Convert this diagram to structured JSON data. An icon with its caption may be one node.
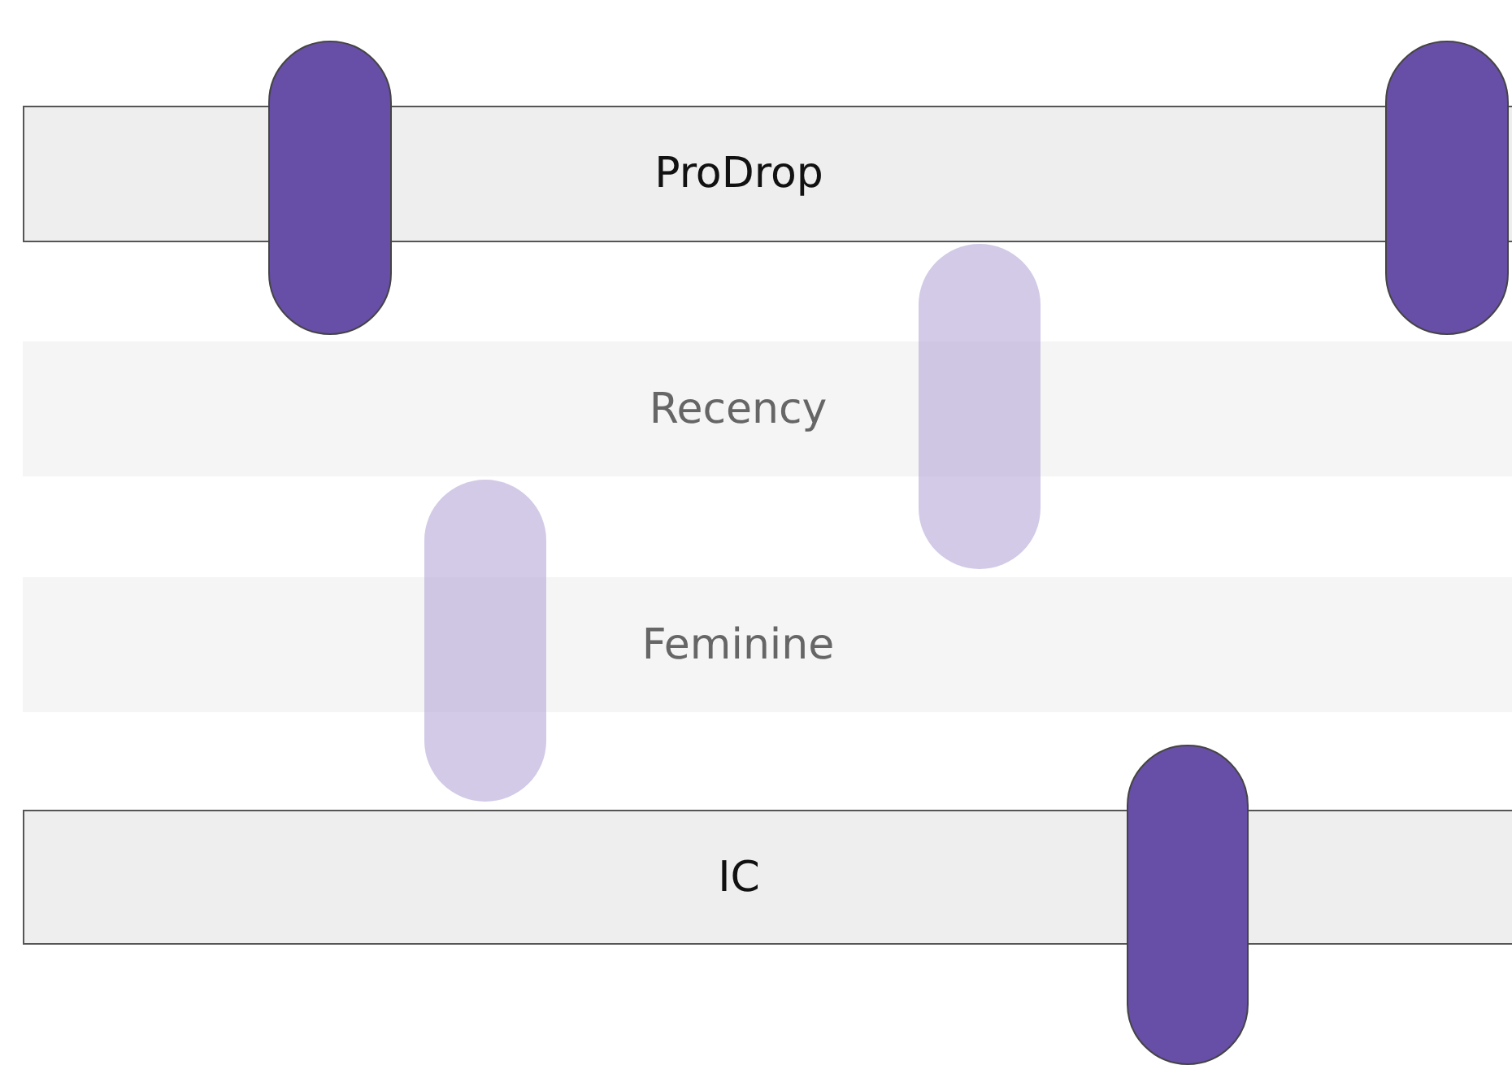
{
  "diagram": {
    "nodes": [
      {
        "text": [
          "ProDrop"
        ]
      },
      {
        "text": [],
        "shape": "pill"
      },
      {
        "text": [],
        "shape": "pill"
      },
      {
        "text": [],
        "shape": "pill"
      },
      {
        "text": [
          "Recency"
        ]
      },
      {
        "text": [],
        "shape": "pill"
      },
      {
        "text": [
          "Feminine"
        ]
      },
      {
        "text": [
          "IC"
        ]
      },
      {
        "text": [],
        "shape": "pill"
      }
    ]
  }
}
